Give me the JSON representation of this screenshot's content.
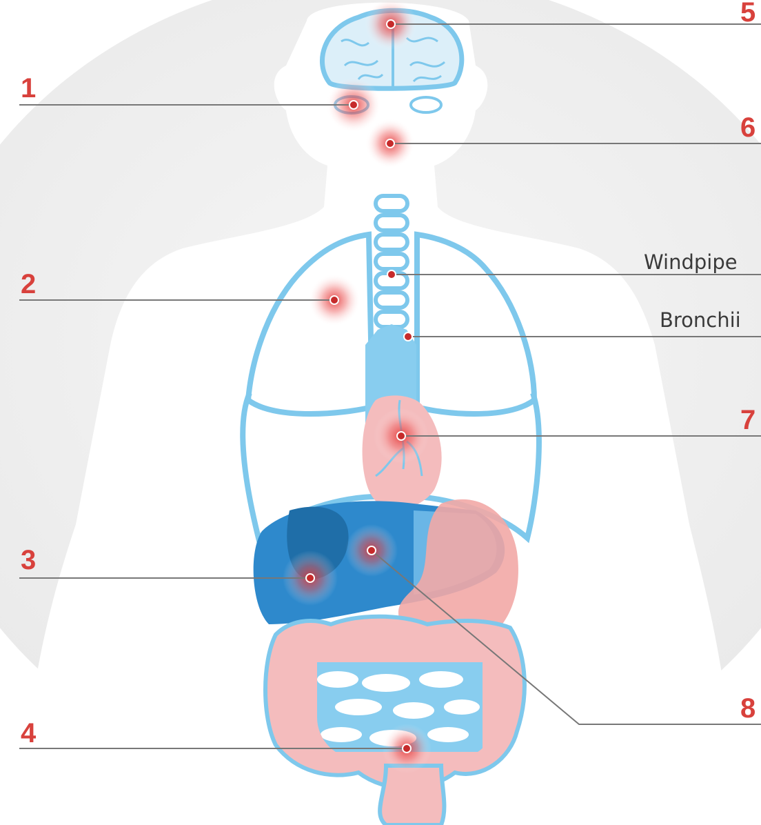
{
  "diagram": {
    "colors": {
      "outline": "#7ec8ec",
      "lung_blue": "#88cdef",
      "liver_dark": "#2e89cc",
      "organ_pink": "#f4bcbd",
      "marker_red": "#d8413c",
      "label_red": "#d8413c",
      "leader_line": "#777777",
      "backdrop": "#efefef"
    },
    "callouts": [
      {
        "id": "1",
        "label": "1"
      },
      {
        "id": "2",
        "label": "2"
      },
      {
        "id": "3",
        "label": "3"
      },
      {
        "id": "4",
        "label": "4"
      },
      {
        "id": "5",
        "label": "5"
      },
      {
        "id": "6",
        "label": "6"
      },
      {
        "id": "windpipe",
        "label": "Windpipe"
      },
      {
        "id": "bronchii",
        "label": "Bronchii"
      },
      {
        "id": "7",
        "label": "7"
      },
      {
        "id": "8",
        "label": "8"
      }
    ]
  }
}
